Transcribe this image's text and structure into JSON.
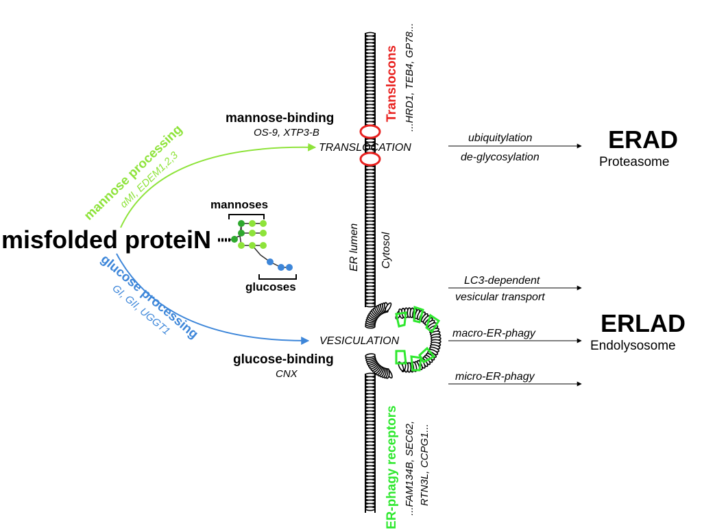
{
  "protein": {
    "label": "misfolded proteiN"
  },
  "glycan": {
    "mannoses_label": "mannoses",
    "glucoses_label": "glucoses"
  },
  "mannose_path": {
    "title": "mannose processing",
    "enzymes": "αMI, EDEM1,2,3",
    "binding_title": "mannose-binding",
    "binding_proteins": "OS-9, XTP3-B",
    "destination": "TRANSLOCATION"
  },
  "glucose_path": {
    "title": "glucose processing",
    "enzymes": "GI, GII, UGGT1",
    "binding_title": "glucose-binding",
    "binding_proteins": "CNX",
    "destination": "VESICULATION"
  },
  "membrane": {
    "lumen_label": "ER lumen",
    "cytosol_label": "Cytosol",
    "translocons_title": "Translocons",
    "translocons_list": "...HRD1, TEB4, GP78...",
    "receptors_title": "ER-phagy receptors",
    "receptors_line1": "...FAM134B, SEC62,",
    "receptors_line2": "RTN3L, CCPG1..."
  },
  "erad": {
    "step1": "ubiquitylation",
    "step2": "de-glycosylation",
    "title": "ERAD",
    "subtitle": "Proteasome"
  },
  "erlad": {
    "path1_line1": "LC3-dependent",
    "path1_line2": "vesicular transport",
    "path2": "macro-ER-phagy",
    "path3": "micro-ER-phagy",
    "title": "ERLAD",
    "subtitle": "Endolysosome"
  },
  "colors": {
    "mannose_green": "#8ee33a",
    "glucose_blue": "#3d86d9",
    "translocon_red": "#e8201e",
    "receptor_green": "#2ee82e",
    "text": "#000000"
  }
}
